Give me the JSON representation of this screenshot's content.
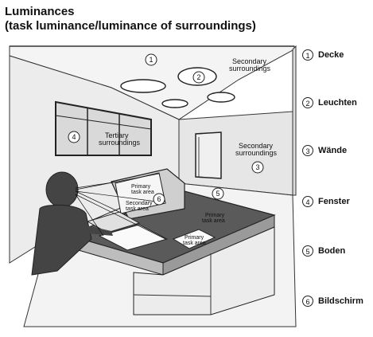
{
  "title": {
    "line1": "Luminances",
    "line2": "(task luminance/luminance of surroundings)"
  },
  "scene": {
    "labels": {
      "secondary_ceiling": [
        "Secondary",
        "surroundings"
      ],
      "secondary_wall": [
        "Secondary",
        "surroundings"
      ],
      "tertiary": [
        "Tertiary",
        "surroundings"
      ],
      "primary_screen": [
        "Primary",
        "task area"
      ],
      "secondary_screen": [
        "Secondary",
        "task area"
      ],
      "primary_desk": [
        "Primary",
        "task area"
      ],
      "paper_note": [
        "Primary",
        "task area"
      ]
    },
    "markers": [
      "1",
      "2",
      "3",
      "4",
      "5",
      "6"
    ]
  },
  "legend": [
    {
      "num": "1",
      "label": "Decke"
    },
    {
      "num": "2",
      "label": "Leuchten"
    },
    {
      "num": "3",
      "label": "Wände"
    },
    {
      "num": "4",
      "label": "Fenster"
    },
    {
      "num": "5",
      "label": "Boden"
    },
    {
      "num": "6",
      "label": "Bildschirm"
    }
  ],
  "colors": {
    "desk_top": "#5a5a5a",
    "wall": "#e8e8e8",
    "floor": "#f2f2f2",
    "person": "#444444",
    "window": "#d8d8d8"
  }
}
